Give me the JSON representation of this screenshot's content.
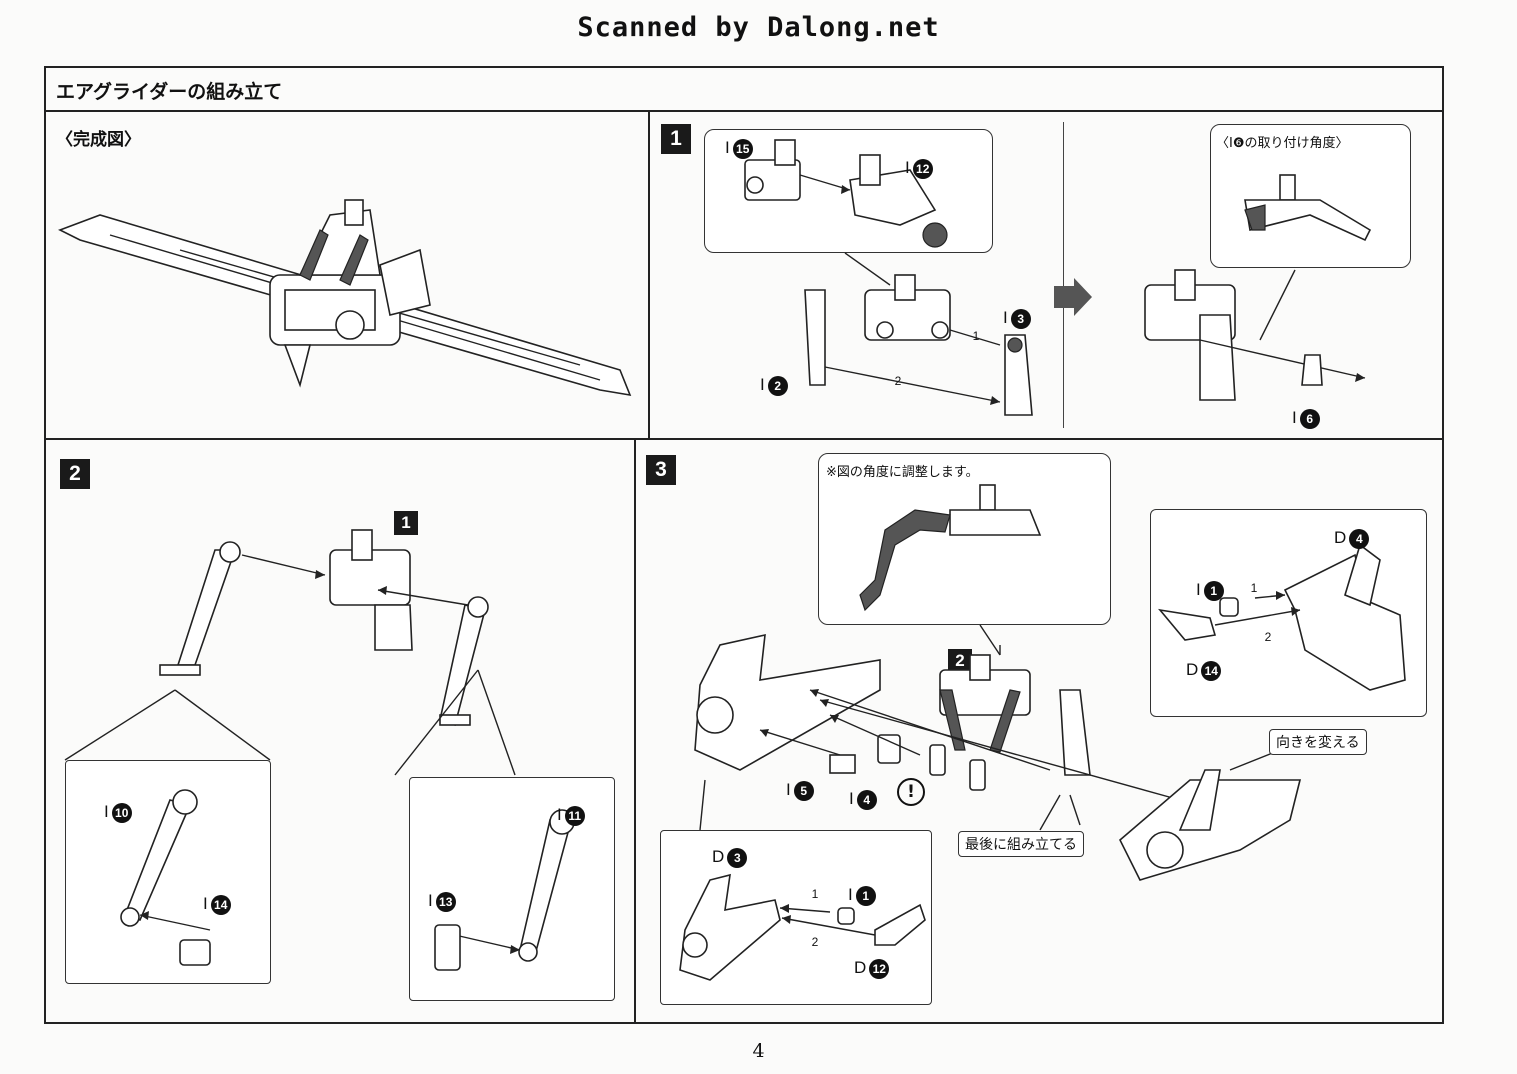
{
  "header": {
    "scan_credit": "Scanned by Dalong.net"
  },
  "title": "エアグライダーの組み立て",
  "completed": {
    "label": "〈完成図〉"
  },
  "step1": {
    "number": "1",
    "angle_note": "〈I❻の取り付け角度〉",
    "parts": {
      "i15": "I",
      "i12": "I",
      "i3": "I",
      "i2": "I",
      "i6": "I"
    },
    "nums": {
      "i15": "15",
      "i12": "12",
      "i3": "3",
      "i2": "2",
      "i6": "6"
    },
    "order1": "1",
    "order2": "2"
  },
  "step2": {
    "number": "2",
    "ref": "1",
    "parts": {
      "i10": "I",
      "i14": "I",
      "i11": "I",
      "i13": "I"
    },
    "nums": {
      "i10": "10",
      "i14": "14",
      "i11": "11",
      "i13": "13"
    }
  },
  "step3": {
    "number": "3",
    "ref": "2",
    "adjust_note": "※図の角度に調整します。",
    "change_dir": "向きを変える",
    "assemble_last": "最後に組み立てる",
    "parts": {
      "i5": "I",
      "i4": "I",
      "d4": "D",
      "i1a": "I",
      "d14": "D",
      "d3": "D",
      "i1b": "I",
      "d12": "D"
    },
    "nums": {
      "i5": "5",
      "i4": "4",
      "d4": "4",
      "i1a": "1",
      "d14": "14",
      "d3": "3",
      "i1b": "1",
      "d12": "12"
    },
    "order1": "1",
    "order2": "2",
    "caution": "!"
  },
  "page_number": "4"
}
